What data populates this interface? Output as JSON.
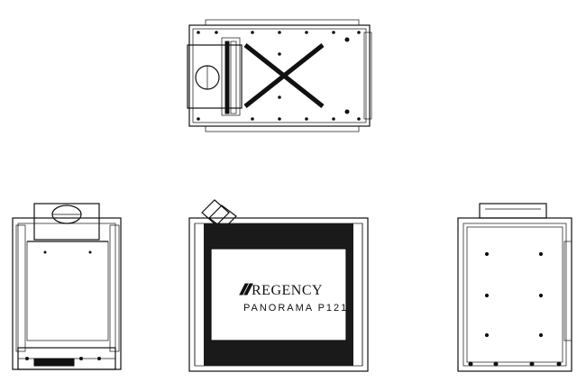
{
  "product": {
    "brand": "REGENCY",
    "model": "PANORAMA P121"
  },
  "colors": {
    "line": "#111111",
    "background": "#ffffff",
    "glass_frame": "#1a1a1a"
  },
  "views": [
    {
      "name": "top-view"
    },
    {
      "name": "left-side-view"
    },
    {
      "name": "front-view"
    },
    {
      "name": "right-side-view"
    }
  ]
}
